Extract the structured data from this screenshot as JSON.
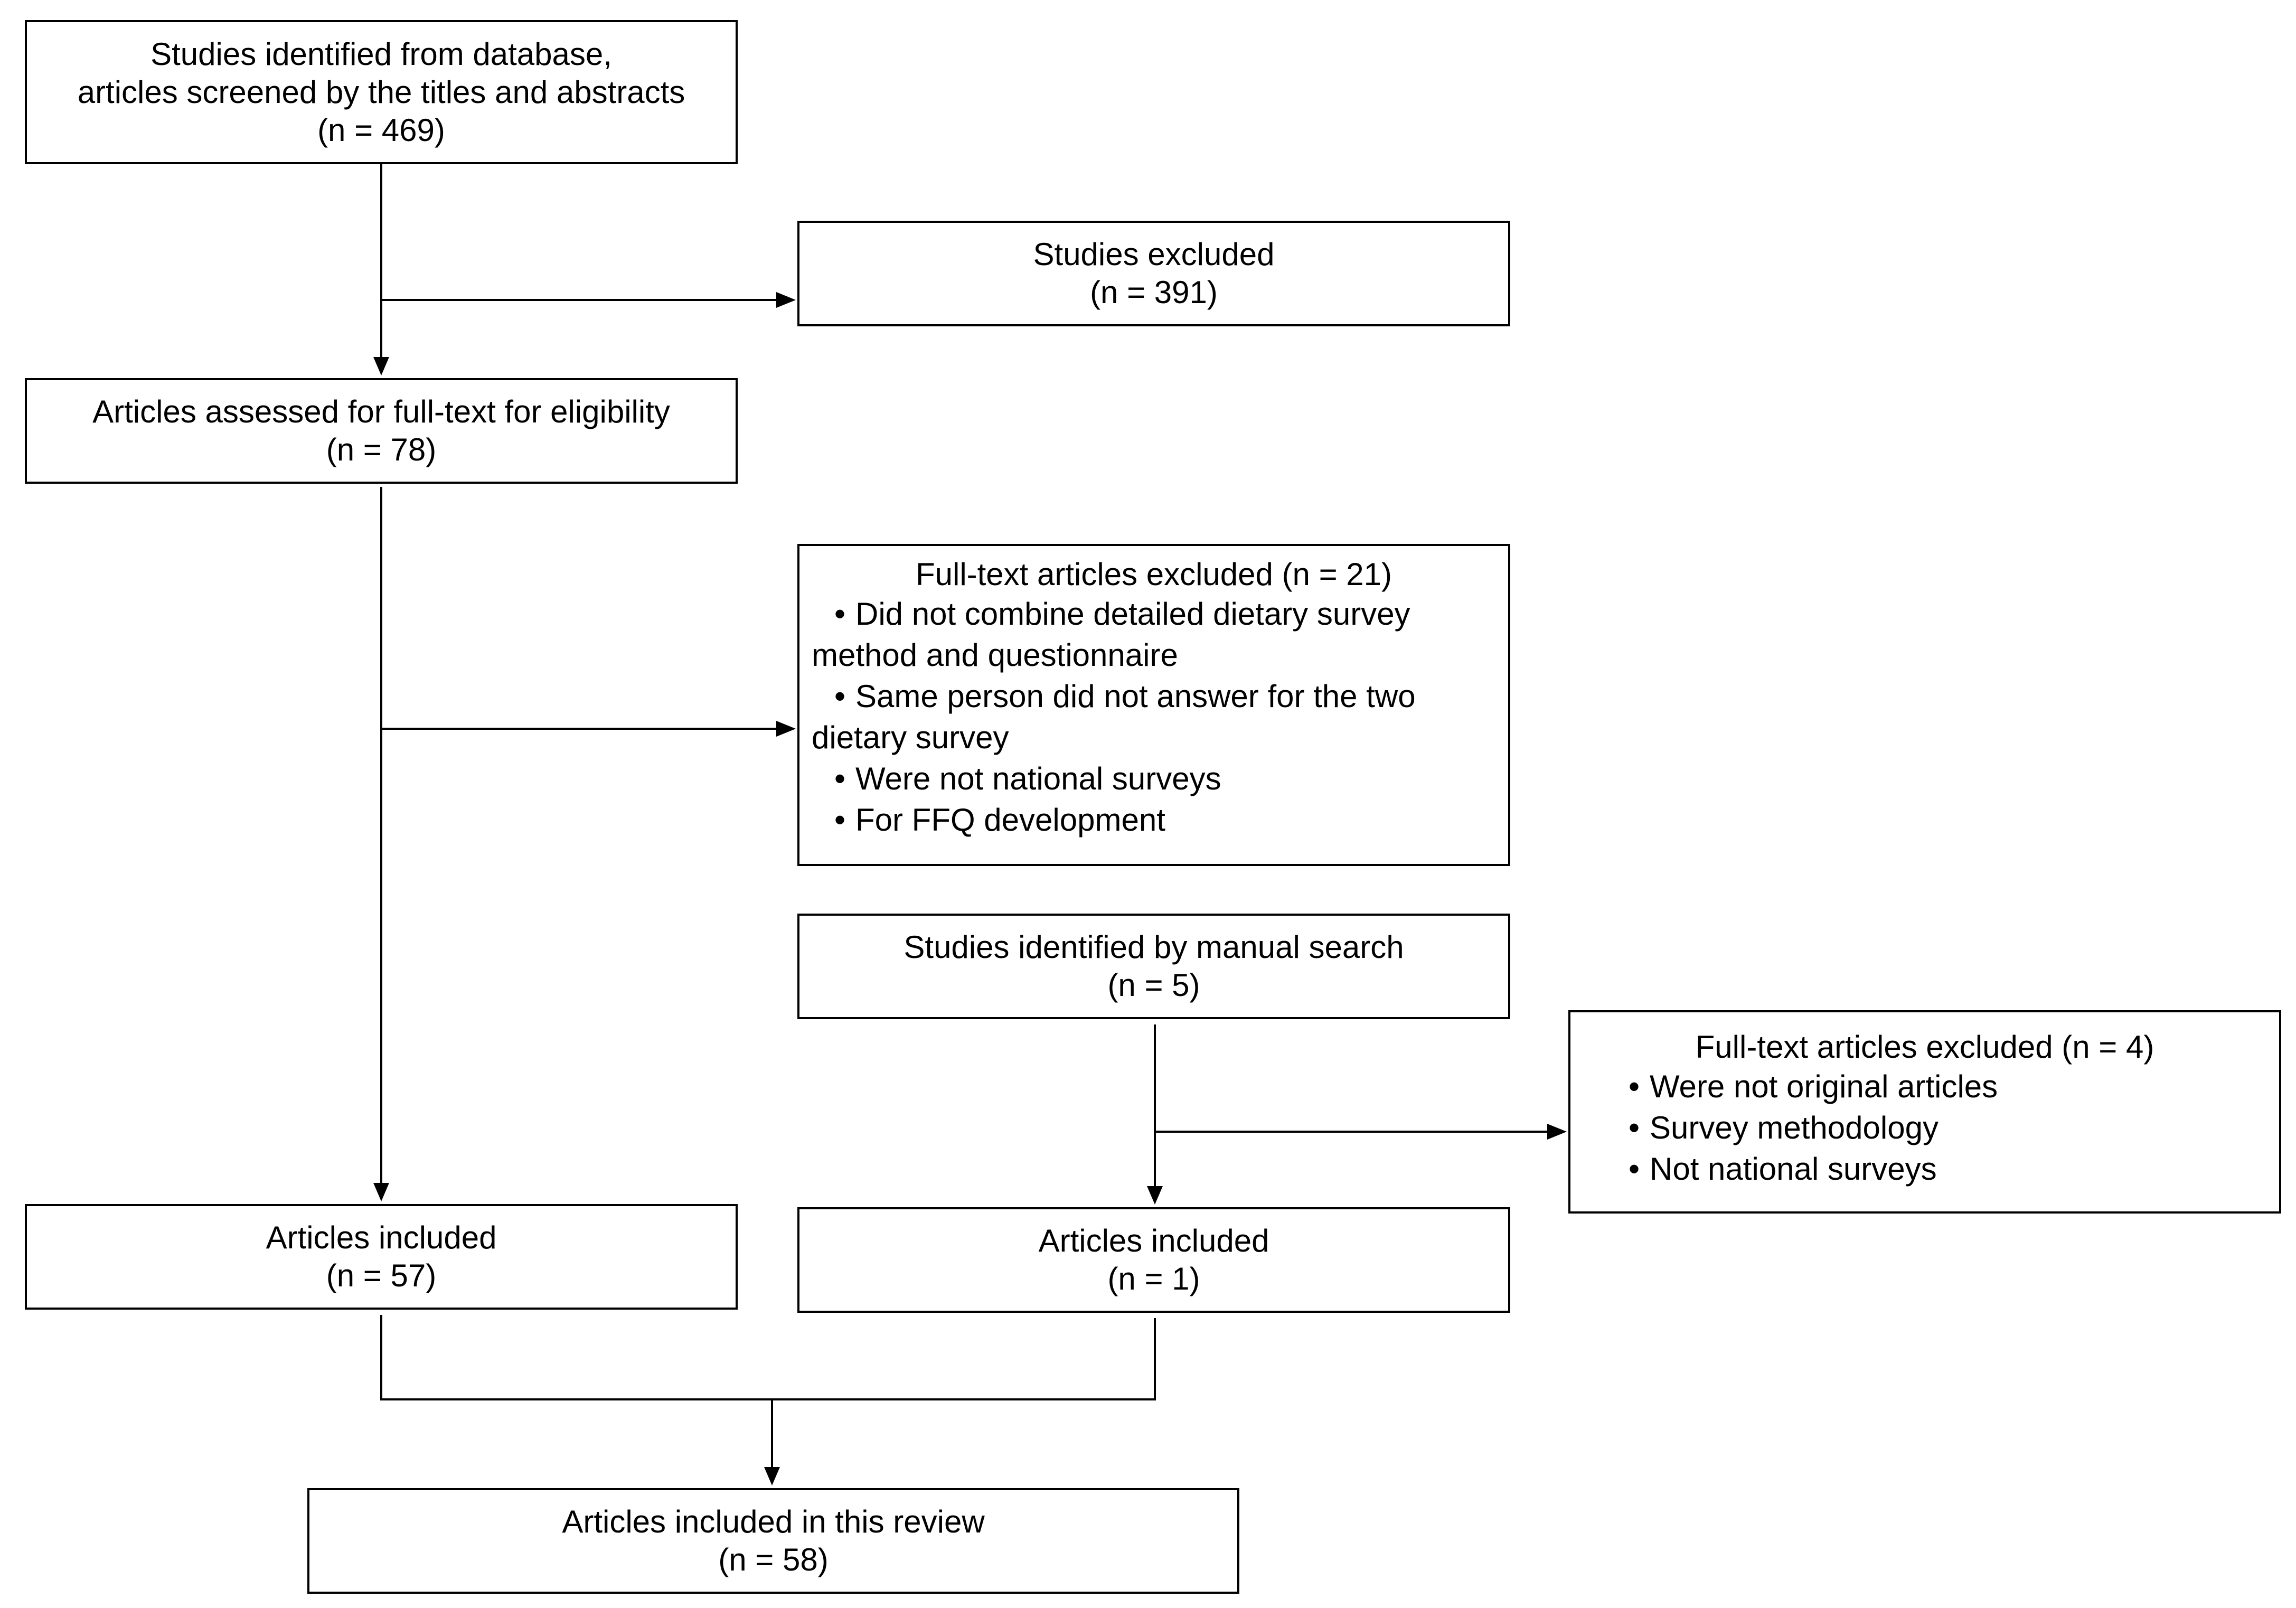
{
  "flowchart": {
    "identified_database": {
      "lines": [
        "Studies identified from database,",
        "articles screened by the titles and abstracts",
        "(n = 469)"
      ]
    },
    "excluded_studies": {
      "lines": [
        "Studies excluded",
        "(n = 391)"
      ]
    },
    "assessed_fulltext": {
      "lines": [
        "Articles assessed for full-text for eligibility",
        "(n = 78)"
      ]
    },
    "fulltext_excluded_main": {
      "heading": "Full-text articles excluded (n = 21)",
      "reasons": [
        {
          "first": "Did not combine detailed dietary survey",
          "cont": "method and questionnaire"
        },
        {
          "first": "Same person did not answer for the two",
          "cont": "dietary survey"
        },
        {
          "first": "Were not national surveys"
        },
        {
          "first": "For FFQ development"
        }
      ]
    },
    "identified_manual": {
      "lines": [
        "Studies identified by manual search",
        "(n = 5)"
      ]
    },
    "fulltext_excluded_manual": {
      "heading": "Full-text articles excluded (n = 4)",
      "reasons": [
        "Were not original articles",
        "Survey methodology",
        "Not national surveys"
      ]
    },
    "included_database": {
      "lines": [
        "Articles included",
        "(n = 57)"
      ]
    },
    "included_manual": {
      "lines": [
        "Articles included",
        "(n = 1)"
      ]
    },
    "included_review": {
      "lines": [
        "Articles included in this review",
        "(n = 58)"
      ]
    }
  }
}
